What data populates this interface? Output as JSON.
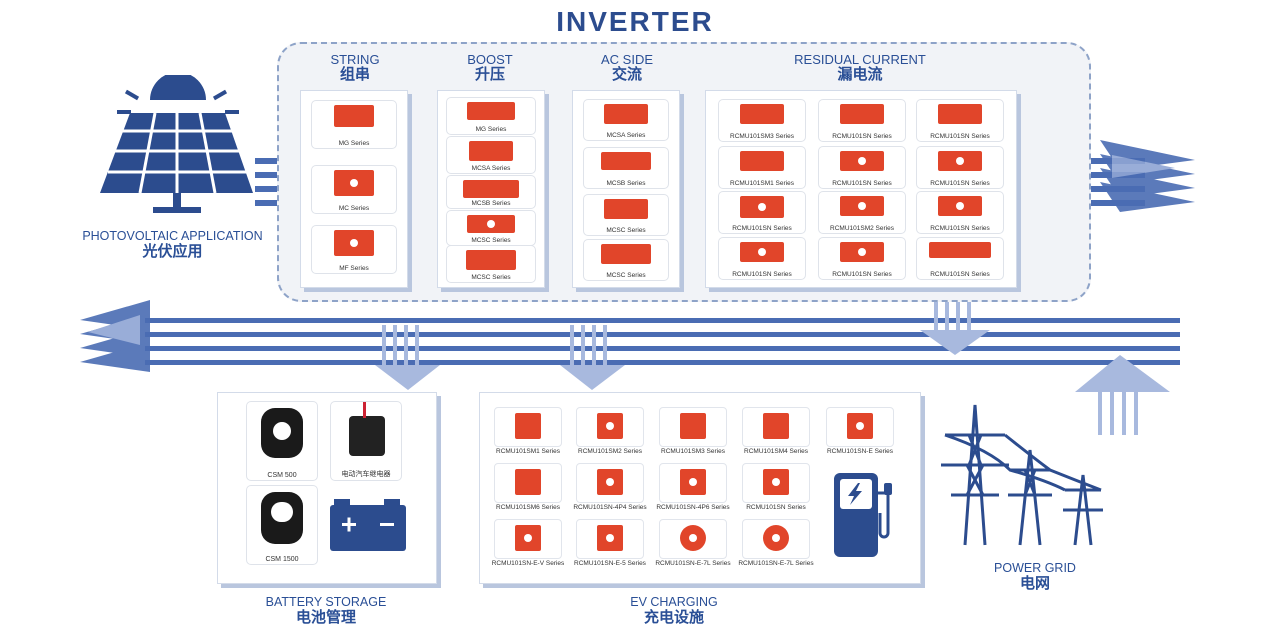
{
  "title": "INVERTER",
  "colors": {
    "brand_blue": "#2c4c8e",
    "line_blue": "#4a6cb3",
    "sensor_red": "#e1452a",
    "panel_bg": "#f1f3f7"
  },
  "photovoltaic": {
    "label_en": "PHOTOVOLTAIC APPLICATION",
    "label_zh": "光伏应用",
    "icon": "solar-panel-icon"
  },
  "power_grid": {
    "label_en": "POWER GRID",
    "label_zh": "电网",
    "icon": "power-tower-icon"
  },
  "sections": {
    "string": {
      "en": "STRING",
      "zh": "组串",
      "items": [
        "MG Series",
        "MC Series",
        "MF Series"
      ]
    },
    "boost": {
      "en": "BOOST",
      "zh": "升压",
      "items": [
        "MG Series",
        "MCSA Series",
        "MCSB Series",
        "MCSC Series",
        "MCSC Series"
      ]
    },
    "ac_side": {
      "en": "AC SIDE",
      "zh": "交流",
      "items": [
        "MCSA Series",
        "MCSB Series",
        "MCSC Series",
        "MCSC Series"
      ]
    },
    "residual": {
      "en": "RESIDUAL CURRENT",
      "zh": "漏电流",
      "items": [
        "RCMU101SM3 Series",
        "RCMU101SN Series",
        "RCMU101SN Series",
        "RCMU101SM1 Series",
        "RCMU101SN Series",
        "RCMU101SN Series",
        "RCMU101SN Series",
        "RCMU101SM2 Series",
        "RCMU101SN Series",
        "RCMU101SN Series",
        "RCMU101SN Series",
        "RCMU101SN Series"
      ]
    }
  },
  "battery": {
    "label_en": "BATTERY STORAGE",
    "label_zh": "电池管理",
    "items": [
      "CSM 500",
      "电动汽车继电器",
      "CSM 1500"
    ],
    "icon": "battery-icon"
  },
  "ev": {
    "label_en": "EV CHARGING",
    "label_zh": "充电设施",
    "icon": "ev-charger-icon",
    "items": [
      "RCMU101SM1 Series",
      "RCMU101SM2 Series",
      "RCMU101SM3 Series",
      "RCMU101SM4 Series",
      "RCMU101SN-E Series",
      "RCMU101SM6 Series",
      "RCMU101SN-4P4 Series",
      "RCMU101SN-4P6 Series",
      "RCMU101SN Series",
      "RCMU101SN-E-V Series",
      "RCMU101SN-E-5 Series",
      "RCMU101SN-E-7L Series",
      "RCMU101SN-E-7L Series"
    ]
  }
}
